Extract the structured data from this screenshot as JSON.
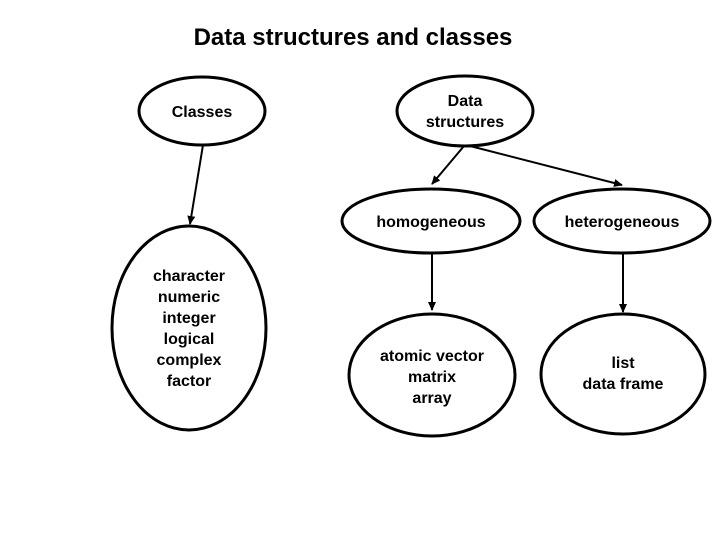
{
  "title": "Data structures and classes",
  "nodes": {
    "classes": {
      "lines": [
        "Classes"
      ]
    },
    "data_structures": {
      "lines": [
        "Data",
        "structures"
      ]
    },
    "homogeneous": {
      "lines": [
        "homogeneous"
      ]
    },
    "heterogeneous": {
      "lines": [
        "heterogeneous"
      ]
    },
    "class_types": {
      "lines": [
        "character",
        "numeric",
        "integer",
        "logical",
        "complex",
        "factor"
      ]
    },
    "homogeneous_types": {
      "lines": [
        "atomic vector",
        "matrix",
        "array"
      ]
    },
    "heterogeneous_types": {
      "lines": [
        "list",
        "data frame"
      ]
    }
  },
  "edges": [
    {
      "from": "classes",
      "to": "class_types"
    },
    {
      "from": "data_structures",
      "to": "homogeneous"
    },
    {
      "from": "data_structures",
      "to": "heterogeneous"
    },
    {
      "from": "homogeneous",
      "to": "homogeneous_types"
    },
    {
      "from": "heterogeneous",
      "to": "heterogeneous_types"
    }
  ]
}
